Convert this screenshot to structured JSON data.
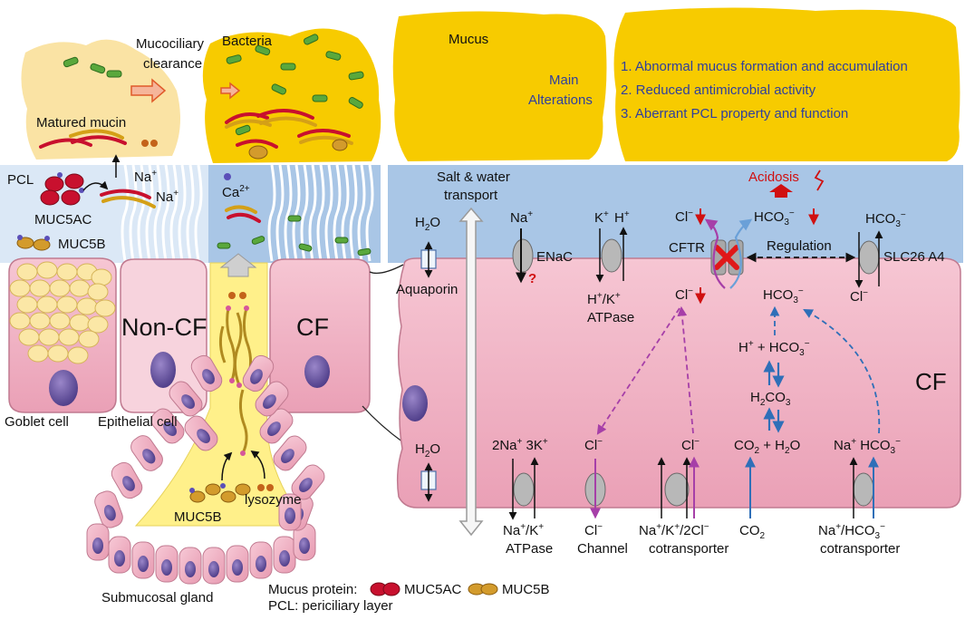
{
  "top": {
    "mucociliary_clearance": [
      "Mucociliary",
      "clearance"
    ],
    "bacteria": "Bacteria",
    "mucus": "Mucus",
    "main_alterations": [
      "Main",
      "Alterations"
    ],
    "alterations": [
      "1. Abnormal mucus formation and accumulation",
      "2. Reduced antimicrobial activity",
      "3. Aberrant PCL property and function"
    ],
    "matured_mucin": "Matured mucin"
  },
  "left": {
    "pcl": "PCL",
    "muc5ac": "MUC5AC",
    "muc5b": "MUC5B",
    "na": "Na",
    "na_sup": "+",
    "ca": "Ca",
    "ca_sup": "2+",
    "non_cf": "Non-CF",
    "cf": "CF",
    "goblet_cell": "Goblet cell",
    "epithelial_cell": "Epithelial cell",
    "muc5b_gland": "MUC5B",
    "lysozyme": "lysozyme",
    "submucosal_gland": "Submucosal gland",
    "legend_mucus_protein": "Mucus protein:",
    "legend_muc5ac": "MUC5AC",
    "legend_muc5b": "MUC5B",
    "legend_pcl": "PCL: periciliary layer"
  },
  "right": {
    "salt_water": [
      "Salt & water",
      "transport"
    ],
    "h2o": "H",
    "h2o_sub": "2",
    "h2o_o": "O",
    "aquaporin": "Aquaporin",
    "na_enac": "Na",
    "enac": "ENaC",
    "question": "?",
    "k_h": "K",
    "h": "H",
    "hk_atpase": [
      "H",
      "/K",
      "ATPase"
    ],
    "cl": "Cl",
    "cftr": "CFTR",
    "hco3": "HCO",
    "acidosis": "Acidosis",
    "regulation": "Regulation",
    "slc26a4": "SLC26 A4",
    "cf_big": "CF",
    "reaction1": "H",
    "reaction_plus": " + HCO",
    "h2co3": "H",
    "co2_h2o": "CO",
    "bottom_2na_3k": [
      "2Na",
      "3K"
    ],
    "na_k_atpase": [
      "Na",
      "/K",
      "ATPase"
    ],
    "cl_channel": [
      "Cl",
      "Channel"
    ],
    "nkcc": [
      "Na",
      "/K",
      "/2Cl",
      "cotransporter"
    ],
    "co2": "CO",
    "na_hco3_co": [
      "Na",
      "/HCO",
      "cotransporter"
    ]
  },
  "colors": {
    "mucus": "#f7cb00",
    "mucus_light": "#fae3a4",
    "pcl_blue": "#a9c6e6",
    "cell_pink": "#f0b2c4",
    "gland_yellow": "#fff08a",
    "arrow_purple": "#a63fa8",
    "arrow_blue": "#2f6fb8",
    "text_blue": "#2f3f9e",
    "red": "#d01010"
  }
}
